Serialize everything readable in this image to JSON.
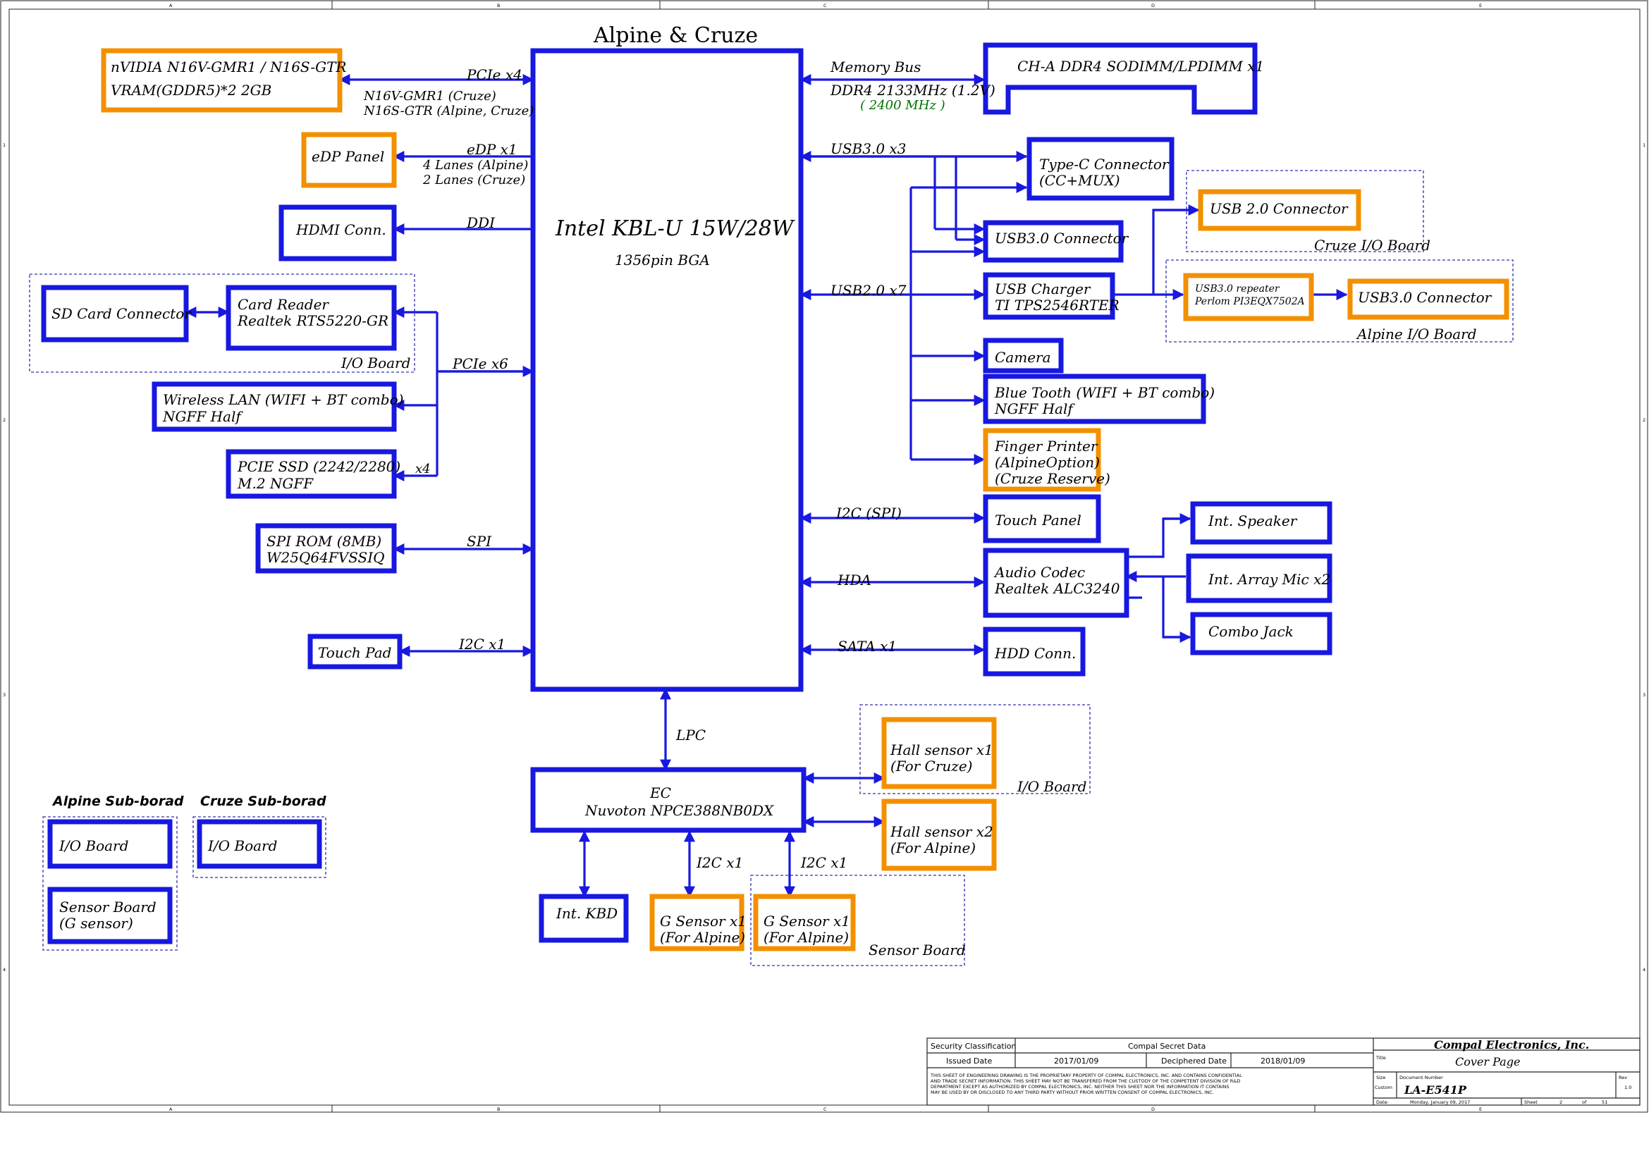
{
  "title": "Alpine & Cruze",
  "cpu": {
    "name": "Intel KBL-U   15W/28W",
    "pkg": "1356pin BGA"
  },
  "ec": {
    "name": "EC",
    "part": "Nuvoton   NPCE388NB0DX"
  },
  "left": {
    "gpu": {
      "l1": "nVIDIA   N16V-GMR1 / N16S-GTR",
      "l2": "VRAM(GDDR5)*2 2GB",
      "bus": "PCIe x4",
      "n1": "N16V-GMR1  (Cruze)",
      "n2": "N16S-GTR   (Alpine, Cruze)"
    },
    "edp": {
      "label": "eDP Panel",
      "bus": "eDP x1",
      "n1": "4 Lanes (Alpine)",
      "n2": "2 Lanes (Cruze)"
    },
    "hdmi": {
      "label": "HDMI Conn.",
      "bus": "DDI"
    },
    "sd": {
      "label": "SD Card Connector"
    },
    "reader": {
      "l1": "Card Reader",
      "l2": "Realtek RTS5220-GR"
    },
    "io_board": "I/O Board",
    "pcie6": "PCIe x6",
    "wlan": {
      "l1": "Wireless LAN (WIFI + BT combo)",
      "l2": "NGFF Half"
    },
    "ssd": {
      "l1": "PCIE SSD (2242/2280)",
      "l2": "M.2 NGFF",
      "bus": "x4"
    },
    "spi": {
      "l1": "SPI ROM (8MB)",
      "l2": "W25Q64FVSSIQ",
      "bus": "SPI"
    },
    "touchpad": {
      "label": "Touch Pad",
      "bus": "I2C x1"
    }
  },
  "right": {
    "mem": {
      "label": "CH-A DDR4 SODIMM/LPDIMM x1",
      "bus": "Memory Bus",
      "speed": "DDR4 2133MHz (1.2V)",
      "alt": "( 2400 MHz )"
    },
    "usb3bus": "USB3.0 x3",
    "typec": {
      "l1": "Type-C Connector",
      "l2": "(CC+MUX)"
    },
    "usb3conn": "USB3.0 Connector",
    "usb2bus": "USB2.0 x7",
    "charger": {
      "l1": "USB Charger",
      "l2": "TI TPS2546RTER"
    },
    "usb20conn": "USB 2.0 Connector",
    "cruze_io": "Cruze I/O Board",
    "repeater": {
      "l1": "USB3.0 repeater",
      "l2": "Perlom PI3EQX7502A"
    },
    "usb3conn2": "USB3.0 Connector",
    "alpine_io": "Alpine I/O Board",
    "camera": "Camera",
    "bt": {
      "l1": "Blue Tooth (WIFI + BT combo)",
      "l2": "NGFF Half"
    },
    "finger": {
      "l1": "Finger Printer",
      "l2": "(AlpineOption)",
      "l3": "(Cruze Reserve)"
    },
    "touchpanel": {
      "label": "Touch Panel",
      "bus": "I2C (SPI)"
    },
    "codec": {
      "l1": "Audio Codec",
      "l2": "Realtek ALC3240",
      "bus": "HDA"
    },
    "speaker": "Int. Speaker",
    "mic": "Int. Array Mic x2",
    "jack": "Combo Jack",
    "hdd": {
      "label": "HDD Conn.",
      "bus": "SATA x1"
    }
  },
  "bottom": {
    "lpc": "LPC",
    "hall1": {
      "l1": "Hall sensor x1",
      "l2": "(For Cruze)"
    },
    "io_board": "I/O Board",
    "hall2": {
      "l1": "Hall sensor x2",
      "l2": "(For Alpine)"
    },
    "kbd": "Int. KBD",
    "i2c1": "I2C x1",
    "i2c2": "I2C x1",
    "gs1": {
      "l1": "G Sensor x1",
      "l2": "(For Alpine)"
    },
    "gs2": {
      "l1": "G Sensor x1",
      "l2": "(For Alpine)"
    },
    "sensor_board": "Sensor Board"
  },
  "legend": {
    "alpine": "Alpine  Sub-borad",
    "cruze": "Cruze  Sub-borad",
    "io": "I/O  Board",
    "io2": "I/O  Board",
    "sensor1": "Sensor  Board",
    "sensor2": "(G sensor)"
  },
  "titleblock": {
    "sec": "Security Classification",
    "sec_v": "Compal Secret Data",
    "issued": "Issued Date",
    "issued_v": "2017/01/09",
    "deciph": "Deciphered Date",
    "deciph_v": "2018/01/09",
    "company": "Compal Electronics, Inc.",
    "title_k": "Title",
    "title_v": "Cover Page",
    "size_k": "Size",
    "docnum_k": "Document Number",
    "rev_k": "Rev",
    "custom": "Custom",
    "doc": "LA-E541P",
    "rev": "1.0",
    "date_k": "Date:",
    "date_v": "Monday, January 09, 2017",
    "sheet_k": "Sheet",
    "sheet_v": "2",
    "of": "of",
    "total": "51",
    "notice1": "THIS SHEET OF ENGINEERING DRAWING IS THE PROPRIETARY PROPERTY OF COMPAL ELECTRONICS, INC. AND CONTAINS CONFIDENTIAL",
    "notice2": "AND TRADE SECRET INFORMATION. THIS SHEET MAY NOT BE TRANSFERED FROM THE CUSTODY OF THE COMPETENT DIVISION OF R&D",
    "notice3": "DEPARTMENT EXCEPT AS AUTHORIZED BY COMPAL ELECTRONICS, INC. NEITHER THIS SHEET NOR THE INFORMATION IT CONTAINS",
    "notice4": "MAY BE USED BY OR DISCLOSED TO ANY THIRD PARTY WITHOUT PRIOR WRITTEN CONSENT OF COMPAL ELECTRONICS, INC."
  },
  "zones": {
    "cols": [
      "A",
      "B",
      "C",
      "D",
      "E"
    ],
    "rows": [
      "1",
      "2",
      "3",
      "4"
    ]
  }
}
